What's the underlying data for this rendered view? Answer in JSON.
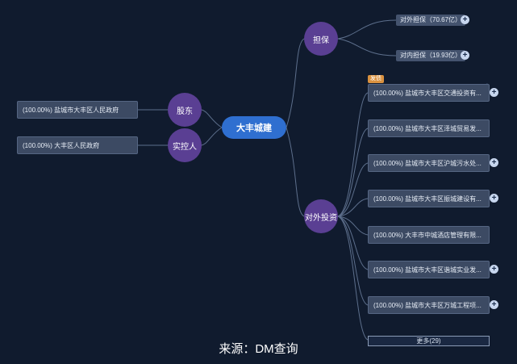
{
  "root": {
    "label": "大丰城建"
  },
  "left": {
    "categories": [
      {
        "id": "shareholder",
        "label": "股东",
        "items": [
          {
            "label": "(100.00%) 盐城市大丰区人民政府"
          }
        ]
      },
      {
        "id": "controller",
        "label": "实控人",
        "items": [
          {
            "label": "(100.00%) 大丰区人民政府"
          }
        ]
      }
    ]
  },
  "right": {
    "guarantee": {
      "label": "担保",
      "items": [
        {
          "label": "对外担保（70.67亿）"
        },
        {
          "label": "对内担保（19.93亿）"
        }
      ]
    },
    "investment": {
      "label": "对外投资",
      "tag": "发债",
      "items": [
        {
          "label": "(100.00%) 盐城市大丰区交通投资有..."
        },
        {
          "label": "(100.00%) 盐城市大丰区泽城贸易发..."
        },
        {
          "label": "(100.00%) 盐城市大丰区沪城污水处..."
        },
        {
          "label": "(100.00%) 盐城市大丰区振城建设有..."
        },
        {
          "label": "(100.00%) 大丰市中城酒店管理有限..."
        },
        {
          "label": "(100.00%) 盐城市大丰区谐城实业发..."
        },
        {
          "label": "(100.00%) 盐城市大丰区万城工程项..."
        }
      ],
      "more_label": "更多(29)"
    }
  },
  "caption": "来源：DM查询",
  "colors": {
    "background": "#101b2e",
    "root": "#2f6fd0",
    "category": "#5a3f93",
    "box": "#3c4a63",
    "tag": "#d9913f"
  }
}
